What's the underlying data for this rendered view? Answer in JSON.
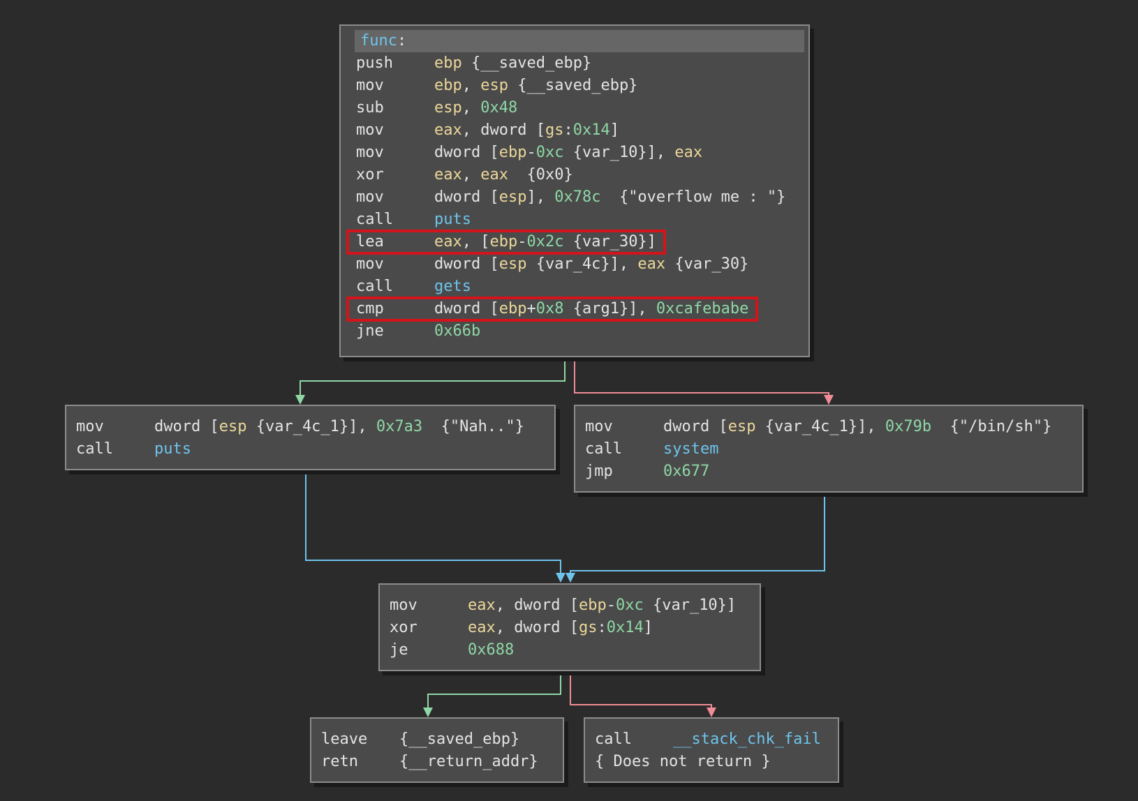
{
  "func_block": {
    "label": "func",
    "colon": ":",
    "lines": [
      {
        "mn": "push",
        "ops": [
          {
            "t": "reg",
            "v": "ebp"
          },
          {
            "t": "txt",
            "v": " {__saved_ebp}"
          }
        ]
      },
      {
        "mn": "mov",
        "ops": [
          {
            "t": "reg",
            "v": "ebp"
          },
          {
            "t": "txt",
            "v": ", "
          },
          {
            "t": "reg",
            "v": "esp"
          },
          {
            "t": "txt",
            "v": " {__saved_ebp}"
          }
        ]
      },
      {
        "mn": "sub",
        "ops": [
          {
            "t": "reg",
            "v": "esp"
          },
          {
            "t": "txt",
            "v": ", "
          },
          {
            "t": "num",
            "v": "0x48"
          }
        ]
      },
      {
        "mn": "mov",
        "ops": [
          {
            "t": "reg",
            "v": "eax"
          },
          {
            "t": "txt",
            "v": ", dword ["
          },
          {
            "t": "reg",
            "v": "gs"
          },
          {
            "t": "txt",
            "v": ":"
          },
          {
            "t": "num",
            "v": "0x14"
          },
          {
            "t": "txt",
            "v": "]"
          }
        ]
      },
      {
        "mn": "mov",
        "ops": [
          {
            "t": "txt",
            "v": "dword ["
          },
          {
            "t": "reg",
            "v": "ebp"
          },
          {
            "t": "txt",
            "v": "-"
          },
          {
            "t": "num",
            "v": "0xc"
          },
          {
            "t": "txt",
            "v": " {var_10}], "
          },
          {
            "t": "reg",
            "v": "eax"
          }
        ]
      },
      {
        "mn": "xor",
        "ops": [
          {
            "t": "reg",
            "v": "eax"
          },
          {
            "t": "txt",
            "v": ", "
          },
          {
            "t": "reg",
            "v": "eax"
          },
          {
            "t": "txt",
            "v": "  {0x0}"
          }
        ]
      },
      {
        "mn": "mov",
        "ops": [
          {
            "t": "txt",
            "v": "dword ["
          },
          {
            "t": "reg",
            "v": "esp"
          },
          {
            "t": "txt",
            "v": "], "
          },
          {
            "t": "num",
            "v": "0x78c"
          },
          {
            "t": "txt",
            "v": "  {\"overflow me : \"}"
          }
        ]
      },
      {
        "mn": "call",
        "ops": [
          {
            "t": "fn",
            "v": "puts"
          }
        ]
      },
      {
        "mn": "lea",
        "hl": true,
        "ops": [
          {
            "t": "reg",
            "v": "eax"
          },
          {
            "t": "txt",
            "v": ", ["
          },
          {
            "t": "reg",
            "v": "ebp"
          },
          {
            "t": "txt",
            "v": "-"
          },
          {
            "t": "num",
            "v": "0x2c"
          },
          {
            "t": "txt",
            "v": " {var_30}]"
          }
        ]
      },
      {
        "mn": "mov",
        "ops": [
          {
            "t": "txt",
            "v": "dword ["
          },
          {
            "t": "reg",
            "v": "esp"
          },
          {
            "t": "txt",
            "v": " {var_4c}], "
          },
          {
            "t": "reg",
            "v": "eax"
          },
          {
            "t": "txt",
            "v": " {var_30}"
          }
        ]
      },
      {
        "mn": "call",
        "ops": [
          {
            "t": "fn",
            "v": "gets"
          }
        ]
      },
      {
        "mn": "cmp",
        "hl": true,
        "ops": [
          {
            "t": "txt",
            "v": "dword ["
          },
          {
            "t": "reg",
            "v": "ebp"
          },
          {
            "t": "txt",
            "v": "+"
          },
          {
            "t": "num",
            "v": "0x8"
          },
          {
            "t": "txt",
            "v": " {arg1}], "
          },
          {
            "t": "num",
            "v": "0xcafebabe"
          }
        ]
      },
      {
        "mn": "jne",
        "ops": [
          {
            "t": "num",
            "v": "0x66b"
          }
        ]
      }
    ]
  },
  "nah_block": {
    "lines": [
      {
        "mn": "mov",
        "ops": [
          {
            "t": "txt",
            "v": "dword ["
          },
          {
            "t": "reg",
            "v": "esp"
          },
          {
            "t": "txt",
            "v": " {var_4c_1}], "
          },
          {
            "t": "num",
            "v": "0x7a3"
          },
          {
            "t": "txt",
            "v": "  {\"Nah..\"}"
          }
        ]
      },
      {
        "mn": "call",
        "ops": [
          {
            "t": "fn",
            "v": "puts"
          }
        ]
      }
    ]
  },
  "shell_block": {
    "lines": [
      {
        "mn": "mov",
        "ops": [
          {
            "t": "txt",
            "v": "dword ["
          },
          {
            "t": "reg",
            "v": "esp"
          },
          {
            "t": "txt",
            "v": " {var_4c_1}], "
          },
          {
            "t": "num",
            "v": "0x79b"
          },
          {
            "t": "txt",
            "v": "  {\"/bin/sh\"}"
          }
        ]
      },
      {
        "mn": "call",
        "ops": [
          {
            "t": "fn",
            "v": "system"
          }
        ]
      },
      {
        "mn": "jmp",
        "ops": [
          {
            "t": "num",
            "v": "0x677"
          }
        ]
      }
    ]
  },
  "check_block": {
    "lines": [
      {
        "mn": "mov",
        "ops": [
          {
            "t": "reg",
            "v": "eax"
          },
          {
            "t": "txt",
            "v": ", dword ["
          },
          {
            "t": "reg",
            "v": "ebp"
          },
          {
            "t": "txt",
            "v": "-"
          },
          {
            "t": "num",
            "v": "0xc"
          },
          {
            "t": "txt",
            "v": " {var_10}]"
          }
        ]
      },
      {
        "mn": "xor",
        "ops": [
          {
            "t": "reg",
            "v": "eax"
          },
          {
            "t": "txt",
            "v": ", dword ["
          },
          {
            "t": "reg",
            "v": "gs"
          },
          {
            "t": "txt",
            "v": ":"
          },
          {
            "t": "num",
            "v": "0x14"
          },
          {
            "t": "txt",
            "v": "]"
          }
        ]
      },
      {
        "mn": "je",
        "ops": [
          {
            "t": "num",
            "v": "0x688"
          }
        ]
      }
    ]
  },
  "ret_block": {
    "lines": [
      {
        "mn": "leave",
        "ops": [
          {
            "t": "txt",
            "v": "{__saved_ebp}"
          }
        ]
      },
      {
        "mn": "retn",
        "ops": [
          {
            "t": "txt",
            "v": "{__return_addr}"
          }
        ]
      }
    ]
  },
  "fail_block": {
    "lines": [
      {
        "mn": "call",
        "ops": [
          {
            "t": "fn",
            "v": "__stack_chk_fail"
          }
        ]
      },
      {
        "raw": "{ Does not return }"
      }
    ]
  },
  "colors": {
    "edge_true": "#8fd8a6",
    "edge_false": "#f08c96",
    "edge_jump": "#6ec4ec",
    "highlight": "#d4141c"
  }
}
